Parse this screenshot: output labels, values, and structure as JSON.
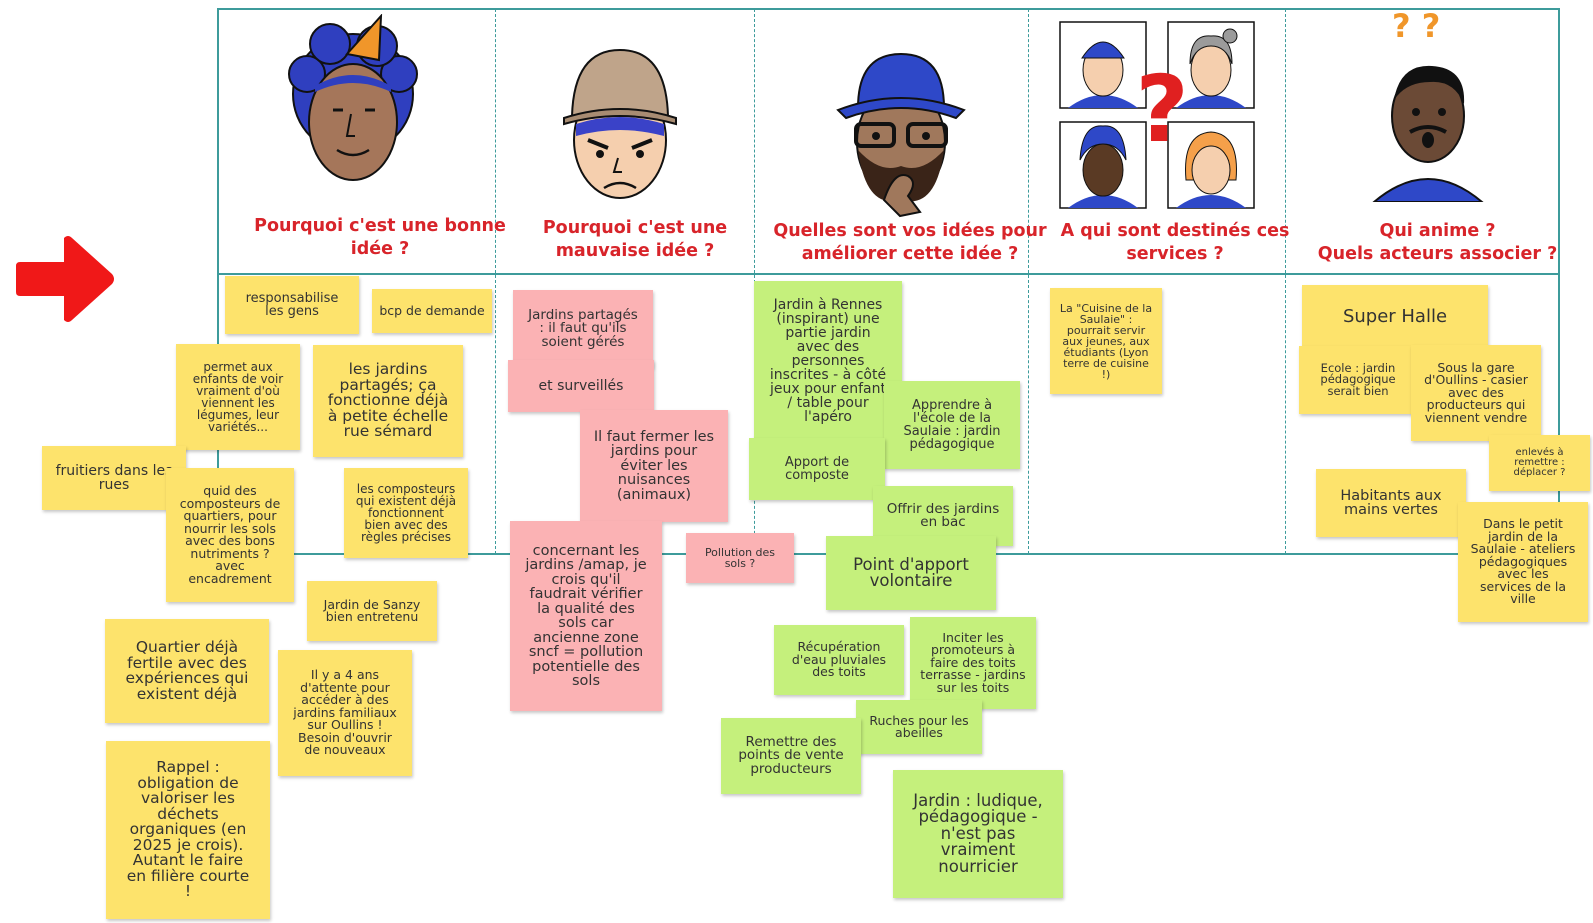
{
  "columns": [
    {
      "title": "Pourquoi c'est une bonne\nidée ?"
    },
    {
      "title": "Pourquoi c'est une\nmauvaise idée ?"
    },
    {
      "title": "Quelles sont vos idées pour\naméliorer cette idée ?"
    },
    {
      "title": "A qui sont destinés ces\nservices ?"
    },
    {
      "title": "Qui anime ?\nQuels acteurs associer ?"
    }
  ],
  "notes": [
    {
      "text": "responsabilise\nles gens"
    },
    {
      "text": "bcp de demande"
    },
    {
      "text": "permet aux\nenfants de voir\nvraiment d'où\nviennent les\nlégumes, leur\nvariétés..."
    },
    {
      "text": "les jardins\npartagés; ça\nfonctionne déjà\nà petite échelle\nrue sémard"
    },
    {
      "text": "fruitiers dans les\nrues"
    },
    {
      "text": "quid des\ncomposteurs de\nquartiers, pour\nnourrir les sols\navec des bons\nnutriments ?\navec\nencadrement"
    },
    {
      "text": "les composteurs\nqui existent déjà\nfonctionnent\nbien avec des\nrègles précises"
    },
    {
      "text": "Jardin de Sanzy\nbien entretenu"
    },
    {
      "text": "Quartier déjà\nfertile avec des\nexpériences qui\nexistent déjà"
    },
    {
      "text": "Il y a 4 ans\nd'attente pour\naccéder à des\njardins familiaux\nsur Oullins !\nBesoin d'ouvrir\nde nouveaux"
    },
    {
      "text": "Rappel :\nobligation de\nvaloriser les\ndéchets\norganiques (en\n2025 je crois).\nAutant le faire\nen filière courte\n!"
    },
    {
      "text": "Jardins partagés\n: il faut qu'ils\nsoient gérés"
    },
    {
      "text": "et surveillés"
    },
    {
      "text": "Il faut fermer les\njardins pour\néviter les\nnuisances\n(animaux)"
    },
    {
      "text": "concernant les\njardins /amap, je\ncrois qu'il\nfaudrait vérifier\nla qualité des\nsols car\nancienne zone\nsncf = pollution\npotentielle des\nsols"
    },
    {
      "text": "Pollution des\nsols ?"
    },
    {
      "text": "Jardin à Rennes\n(inspirant) une\npartie jardin\navec des\npersonnes\ninscrites - à côté\njeux pour enfant\n/ table pour\nl'apéro"
    },
    {
      "text": "Apprendre à\nl'école de la\nSaulaie : jardin\npédagogique"
    },
    {
      "text": "Apport de\ncomposte"
    },
    {
      "text": "Offrir des jardins\nen bac"
    },
    {
      "text": "Point d'apport\nvolontaire"
    },
    {
      "text": "Récupération\nd'eau pluviales\ndes toits"
    },
    {
      "text": "Inciter les\npromoteurs à\nfaire des toits\nterrasse - jardins\nsur les toits"
    },
    {
      "text": "Ruches pour les\nabeilles"
    },
    {
      "text": "Remettre des\npoints de vente\nproducteurs"
    },
    {
      "text": "Jardin : ludique,\npédagogique -\nn'est pas\nvraiment\nnourricier"
    },
    {
      "text": "La \"Cuisine de la\nSaulaie\" :\npourrait servir\naux jeunes, aux\nétudiants (Lyon\nterre de cuisine\n!)"
    },
    {
      "text": "Super Halle"
    },
    {
      "text": "Ecole : jardin\npédagogique\nserait bien"
    },
    {
      "text": "Sous la gare\nd'Oullins - casier\navec des\nproducteurs qui\nviennent vendre"
    },
    {
      "text": "enlevés à\nremettre :\ndéplacer ?"
    },
    {
      "text": "Habitants aux\nmains vertes"
    },
    {
      "text": "Dans le petit\njardin de la\nSaulaie - ateliers\npédagogiques\navec les\nservices de la\nville"
    }
  ],
  "icons": {
    "arrow": "red-right-arrow-icon",
    "question_mark": "?",
    "small_question_marks": "? ?"
  },
  "colors": {
    "frame": "#3d9b9b",
    "title": "#d8242a",
    "note_yellow": "#fde36c",
    "note_pink": "#fbb2b4",
    "note_green": "#c5f07c",
    "arrow": "#f01818"
  }
}
